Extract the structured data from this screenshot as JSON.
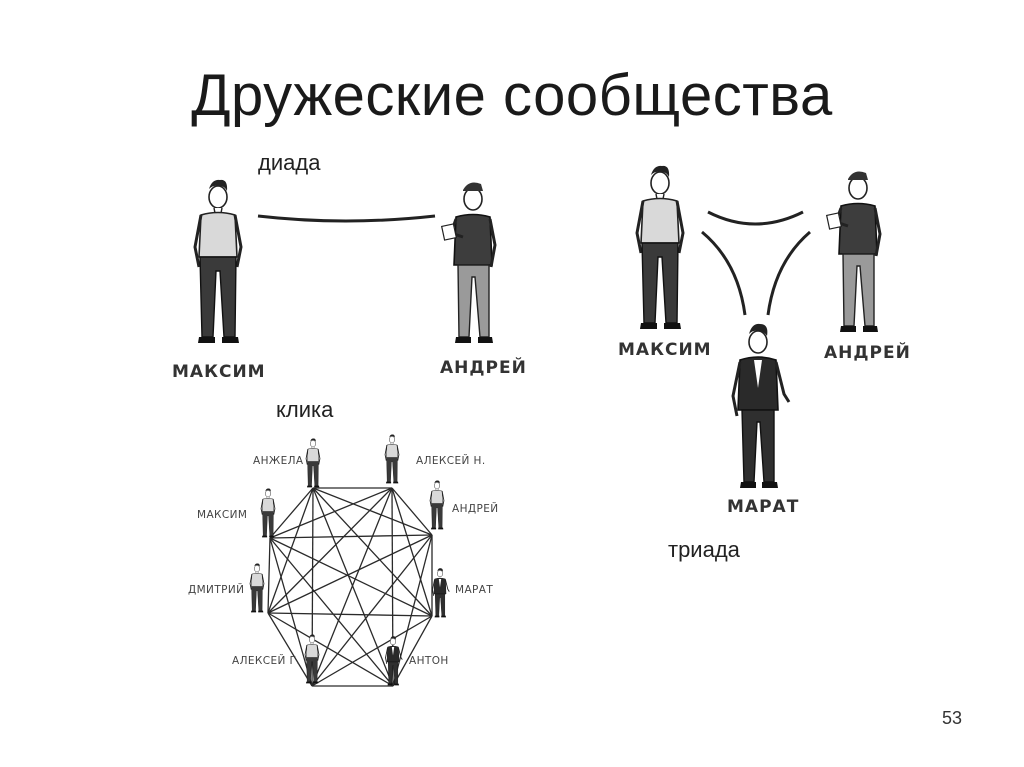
{
  "slide": {
    "title": "Дружеские сообщества",
    "page_number": "53"
  },
  "dyad": {
    "label": "диада",
    "person_left": "МАКСИМ",
    "person_right": "АНДРЕЙ"
  },
  "triad": {
    "label": "триада",
    "person_left": "МАКСИМ",
    "person_right": "АНДРЕЙ",
    "person_bottom": "МАРАТ"
  },
  "clique": {
    "label": "клика",
    "members": [
      "АНЖЕЛА",
      "АЛЕКСЕЙ Н.",
      "АНДРЕЙ",
      "МАРАТ",
      "АНТОН",
      "АЛЕКСЕЙ Г.",
      "ДМИТРИЙ",
      "МАКСИМ"
    ]
  }
}
